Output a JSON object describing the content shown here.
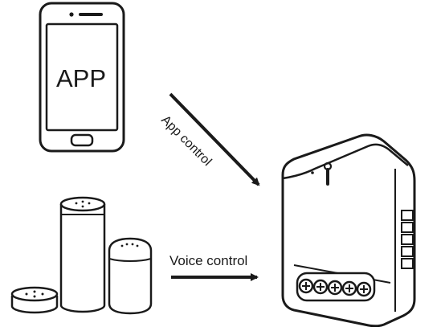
{
  "diagram": {
    "phone": {
      "screen_label": "APP"
    },
    "arrows": {
      "app": {
        "label": "App control"
      },
      "voice": {
        "label": "Voice control"
      }
    },
    "icons": {
      "phone": "smartphone-icon",
      "speakers": "smart-speakers-icon",
      "module": "smart-switch-module-icon"
    },
    "colors": {
      "stroke": "#1a1a1a",
      "background": "#ffffff"
    }
  }
}
